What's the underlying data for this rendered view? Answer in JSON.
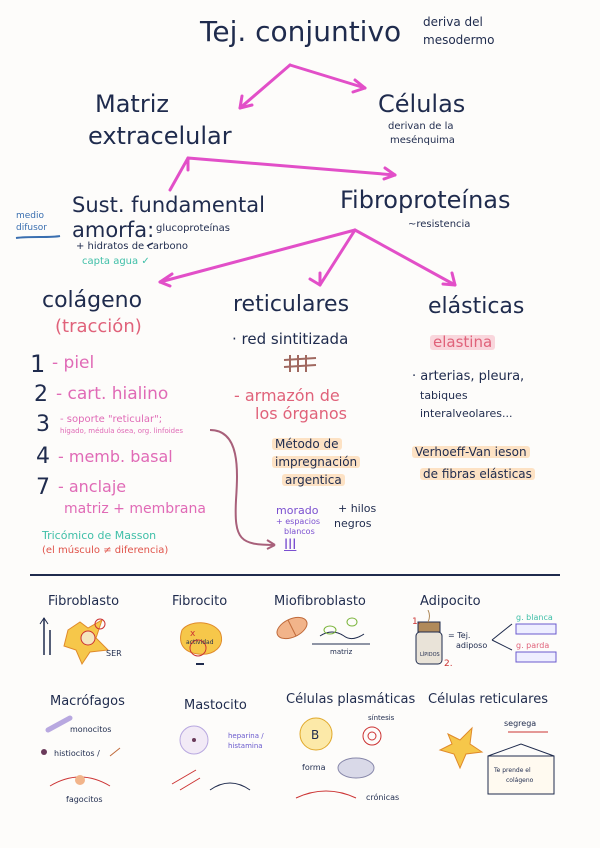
{
  "colors": {
    "navy": "#1f2b4d",
    "pink": "#e06ab6",
    "magenta": "#d84fc1",
    "salmon": "#e0627a",
    "teal": "#3fbfa8",
    "peach": "#fde2c4",
    "rose": "#f9d6dc"
  },
  "title": "Tej. conjuntivo",
  "title_note": [
    "deriva del",
    "mesodermo"
  ],
  "matriz": [
    "Matriz",
    "extracelular"
  ],
  "celulas": "Células",
  "celulas_note": [
    "derivan de la",
    "mesénquima"
  ],
  "sustancia": [
    "Sust. fundamental",
    "amorfa:"
  ],
  "sustancia_note1": "glucoproteínas",
  "sustancia_note2": "+ hidratos de carbono",
  "sustancia_note3": "capta agua ✓",
  "medio": [
    "medio",
    "difusor"
  ],
  "fibroproteinas": "Fibroproteínas",
  "fibro_note": "~resistencia",
  "colageno": {
    "title": "colágeno",
    "subtitle": "(tracción)",
    "items": [
      {
        "num": "1",
        "text": "- piel"
      },
      {
        "num": "2",
        "text": "- cart. hialino"
      },
      {
        "num": "3",
        "text": "- soporte \"reticular\";",
        "sub": "hígado, médula ósea, org. linfoides"
      },
      {
        "num": "4",
        "text": "- memb. basal"
      },
      {
        "num": "7",
        "text": "- anclaje"
      }
    ],
    "extra": "matriz + membrana",
    "stain": "Tricómico de Masson",
    "stain_note": "(el músculo ≠ diferencia)"
  },
  "reticulares": {
    "title": "reticulares",
    "item1": "· red sintitizada",
    "hash": "#",
    "armazon": [
      "- armazón de",
      "los órganos"
    ],
    "metodo": [
      "Método de",
      "impregnación",
      "argentica"
    ],
    "morado": "morado",
    "espacios": [
      "+ espacios",
      "blancos"
    ],
    "hilos": [
      "+ hilos",
      "negros"
    ],
    "roman": "III"
  },
  "elasticas": {
    "title": "elásticas",
    "elastina": "elastina",
    "items": [
      "· arterias, pleura,",
      "tabiques",
      "interalveolares..."
    ],
    "stain": [
      "Verhoeff-Van ieson",
      "de fibras elásticas"
    ]
  },
  "cells": {
    "fibroblasto": {
      "title": "Fibroblasto",
      "label": "SER"
    },
    "fibrocito": {
      "title": "Fibrocito",
      "label": [
        "x",
        "actividad"
      ]
    },
    "miofibroblasto": {
      "title": "Miofibroblasto",
      "label": "matriz"
    },
    "adipocito": {
      "title": "Adipocito",
      "n1": "1.",
      "n2": "2.",
      "label": [
        "= Tej.",
        "adiposo"
      ],
      "blanca": "g. blanca",
      "parda": "g. parda",
      "jar": "LÍPIDOS"
    },
    "macrofagos": {
      "title": "Macrófagos",
      "l1": "monocitos",
      "l2": "histiocitos /",
      "l3": "fagocitos"
    },
    "mastocito": {
      "title": "Mastocito",
      "label": [
        "heparina /",
        "histamina"
      ]
    },
    "plasmaticas": {
      "title": "Células plasmáticas",
      "l1": "síntesis",
      "l2": "forma",
      "l3": "crónicas",
      "b": "B"
    },
    "reticulares": {
      "title": "Células reticulares",
      "l1": "segrega",
      "l2": [
        "Te prende el",
        "colágeno"
      ]
    }
  }
}
